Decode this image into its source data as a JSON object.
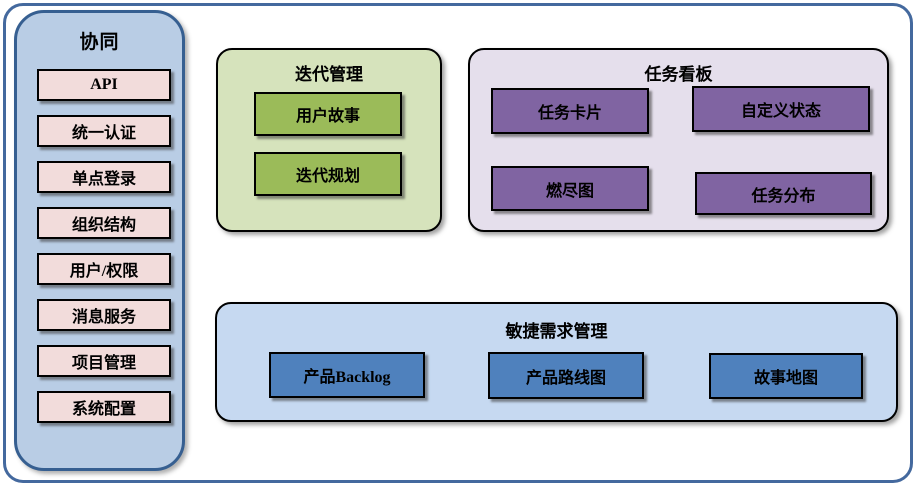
{
  "sidebar": {
    "title": "协同",
    "items": [
      "API",
      "统一认证",
      "单点登录",
      "组织结构",
      "用户/权限",
      "消息服务",
      "项目管理",
      "系统配置"
    ]
  },
  "groups": {
    "iteration": {
      "title": "迭代管理",
      "items": [
        "用户故事",
        "迭代规划"
      ]
    },
    "kanban": {
      "title": "任务看板",
      "items": [
        "任务卡片",
        "自定义状态",
        "燃尽图",
        "任务分布"
      ]
    },
    "agile": {
      "title": "敏捷需求管理",
      "items": [
        "产品Backlog",
        "产品路线图",
        "故事地图"
      ]
    }
  },
  "colors": {
    "frame_border": "#44699E",
    "sidebar_fill": "#B9CDE5",
    "sidebar_border": "#365F91",
    "sidebar_item_fill": "#F2DCDB",
    "iteration_fill": "#D6E3BC",
    "iteration_item_fill": "#9BBB59",
    "kanban_fill": "#E5DFEC",
    "kanban_item_fill": "#8064A2",
    "agile_fill": "#C6D9F1",
    "agile_item_fill": "#4F81BD",
    "node_border": "#000000",
    "text": "#000000"
  }
}
